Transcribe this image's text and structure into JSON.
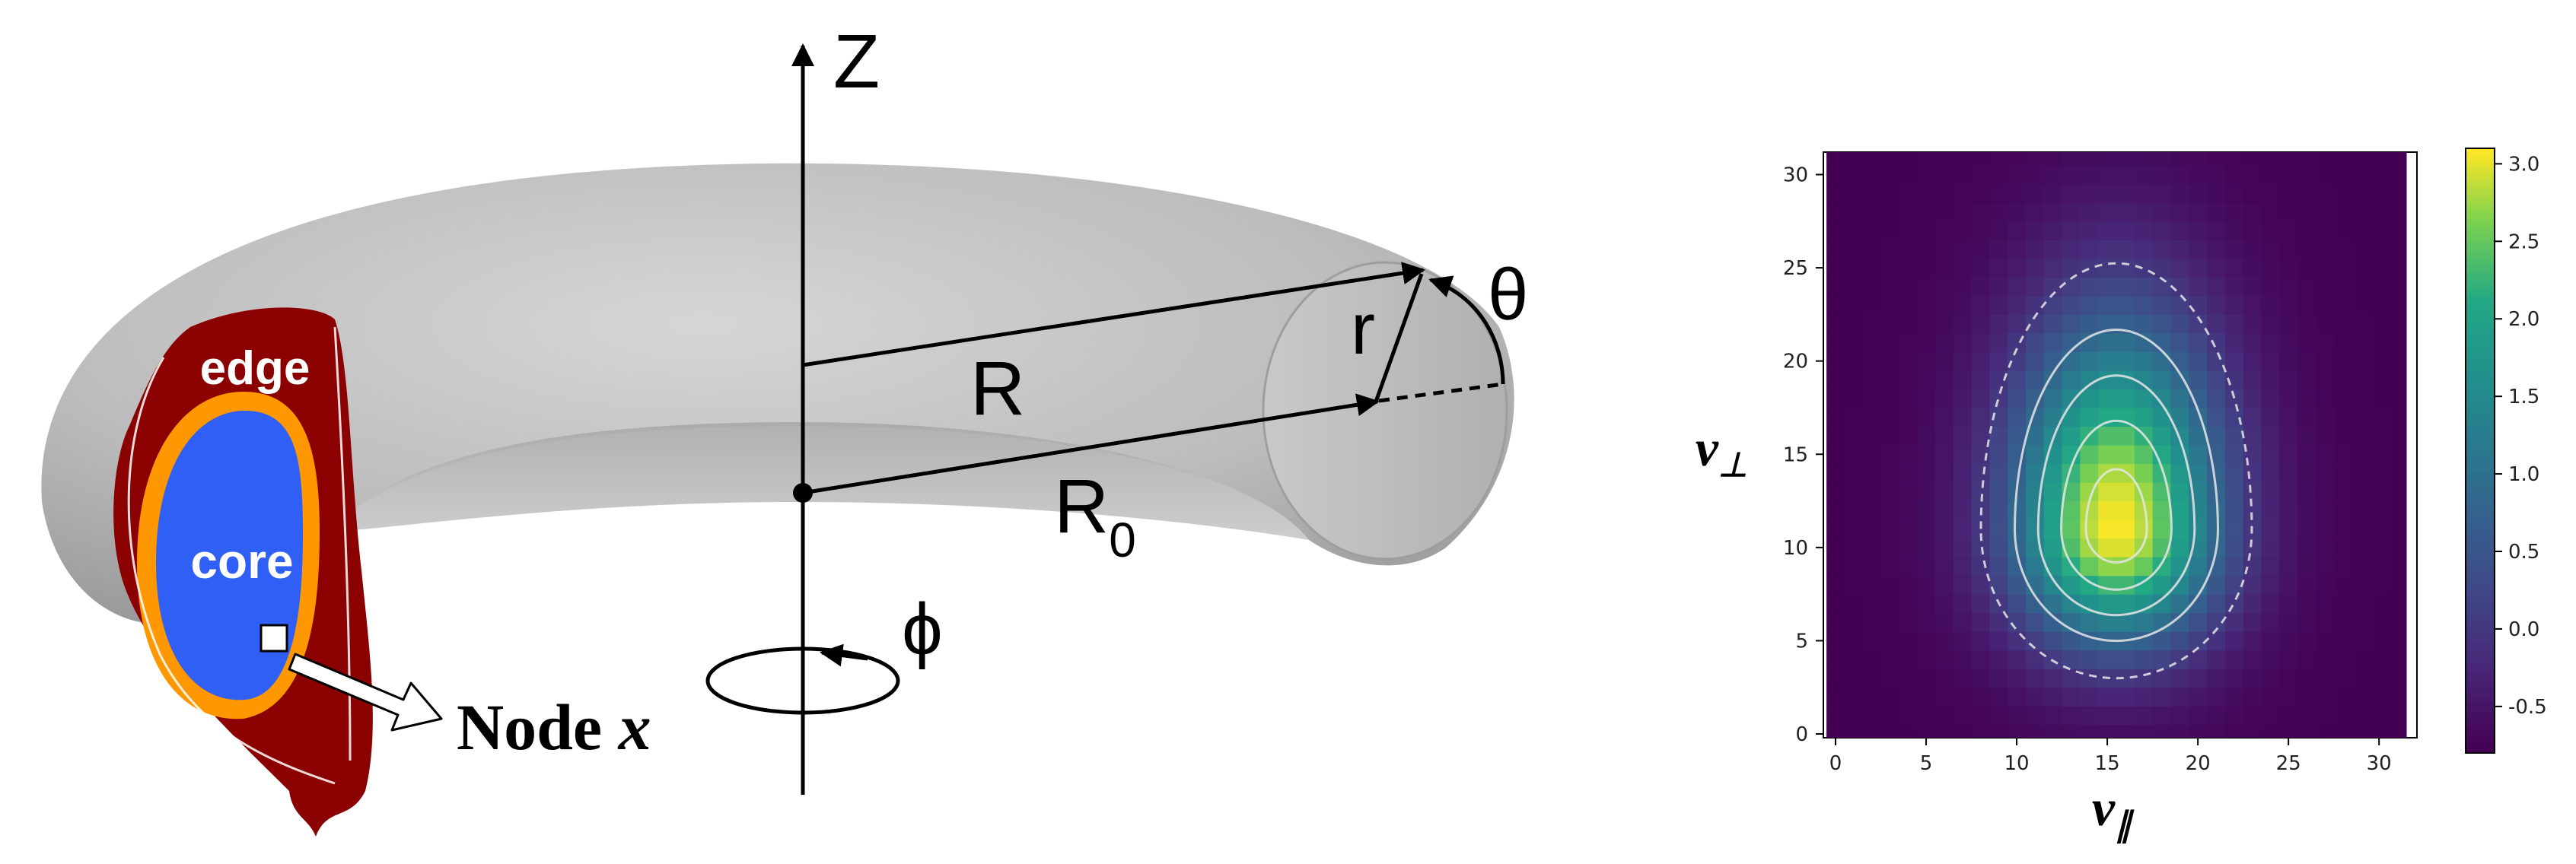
{
  "diagram": {
    "axis_z": "Z",
    "label_R": "R",
    "label_R0_main": "R",
    "label_R0_sub": "0",
    "label_r": "r",
    "label_theta": "θ",
    "label_phi": "ϕ",
    "region_edge": "edge",
    "region_core": "core",
    "node_label_main": "Node ",
    "node_label_var": "x",
    "colors": {
      "torus": "#bdbdbd",
      "edge_region": "#8b0000",
      "separatrix": "#ff9800",
      "core_region": "#2f5ff5"
    }
  },
  "chart_data": {
    "type": "heatmap",
    "title": "",
    "xlabel_main": "v",
    "xlabel_sub": "∥",
    "ylabel_main": "v",
    "ylabel_sub": "⊥",
    "xlim": [
      0,
      31
    ],
    "ylim": [
      0,
      31
    ],
    "x_ticks": [
      "0",
      "5",
      "10",
      "15",
      "20",
      "25",
      "30"
    ],
    "y_ticks": [
      "0",
      "5",
      "10",
      "15",
      "20",
      "25",
      "30"
    ],
    "colorbar_ticks": [
      "3.0",
      "2.5",
      "2.0",
      "1.5",
      "1.0",
      "0.5",
      "0.0",
      "-0.5"
    ],
    "colorbar_values": [
      3.0,
      2.5,
      2.0,
      1.5,
      1.0,
      0.5,
      0.0,
      -0.5
    ],
    "value_range": [
      -0.8,
      3.1
    ],
    "peak": {
      "x": 15.5,
      "y": 11,
      "value": 3.1
    },
    "colormap": "viridis",
    "contour_levels": [
      0.0,
      0.8,
      1.5,
      2.2,
      2.8
    ]
  }
}
